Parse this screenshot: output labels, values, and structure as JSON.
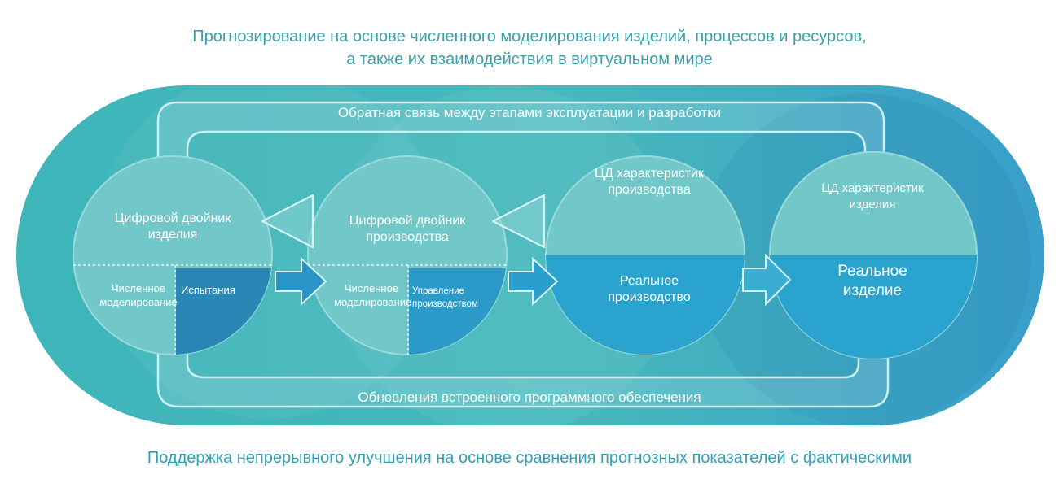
{
  "header": {
    "line1": "Прогнозирование на основе численного моделирования изделий, процессов и ресурсов,",
    "line2": "а также их взаимодействия в виртуальном мире"
  },
  "feedback_top": "Обратная связь между этапами эксплуатации и разработки",
  "feedback_bottom": "Обновления встроенного программного обеспечения",
  "footer": "Поддержка непрерывного улучшения на основе сравнения прогнозных показателей с фактическими",
  "stages": {
    "product_twin": {
      "top": "Цифровой двойник изделия",
      "bottom_left": "Численное моделирование",
      "bottom_right": "Испытания"
    },
    "production_twin": {
      "top": "Цифровой двойник производства",
      "bottom_left": "Численное моделирование",
      "bottom_right": "Управление производством"
    },
    "production": {
      "top": "ЦД характеристик производства",
      "bottom": "Реальное производство"
    },
    "product": {
      "top": "ЦД характеристик изделия",
      "bottom": "Реальное изделие"
    }
  },
  "colors": {
    "band_dark": "#2aa3ac",
    "band_light": "#8fd3d3",
    "circle_light": "#72c7c8",
    "circle_blue": "#2ba3cf",
    "title": "#3b9fa8",
    "footer": "#2fa0b7"
  }
}
